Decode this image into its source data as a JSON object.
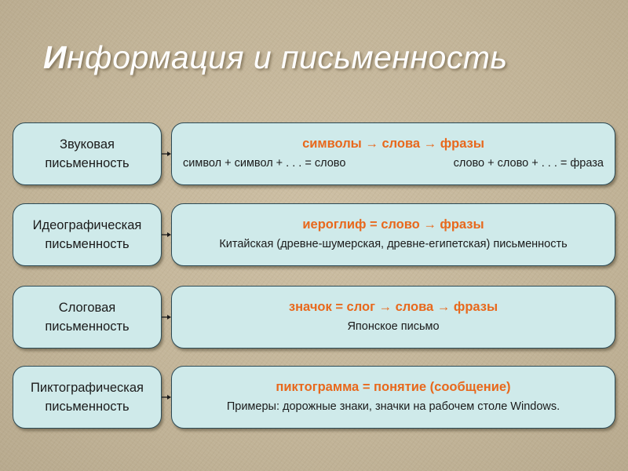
{
  "title": {
    "first_letter": "И",
    "rest": "нформация и письменность"
  },
  "rows": [
    {
      "label": "Звуковая письменность",
      "heading": "символы → слова → фразы",
      "body_left": "символ + символ + . . . = слово",
      "body_right": "слово + слово + . . .  = фраза"
    },
    {
      "label": "Идеографическая письменность",
      "heading": "иероглиф = слово → фразы",
      "body": "Китайская  (древне-шумерская, древне-египетская)  письменность"
    },
    {
      "label": "Слоговая письменность",
      "heading": "значок = слог → слова → фразы",
      "body": "Японское  письмо"
    },
    {
      "label": "Пиктографическая письменность",
      "heading": "пиктограмма = понятие (сообщение)",
      "body": "Примеры: дорожные знаки, значки на рабочем столе Windows."
    }
  ],
  "colors": {
    "background": "#c4b69a",
    "box_fill": "#cfeaea",
    "box_border": "#2c4a55",
    "heading_accent": "#e8681c",
    "title_text": "#ffffff"
  }
}
